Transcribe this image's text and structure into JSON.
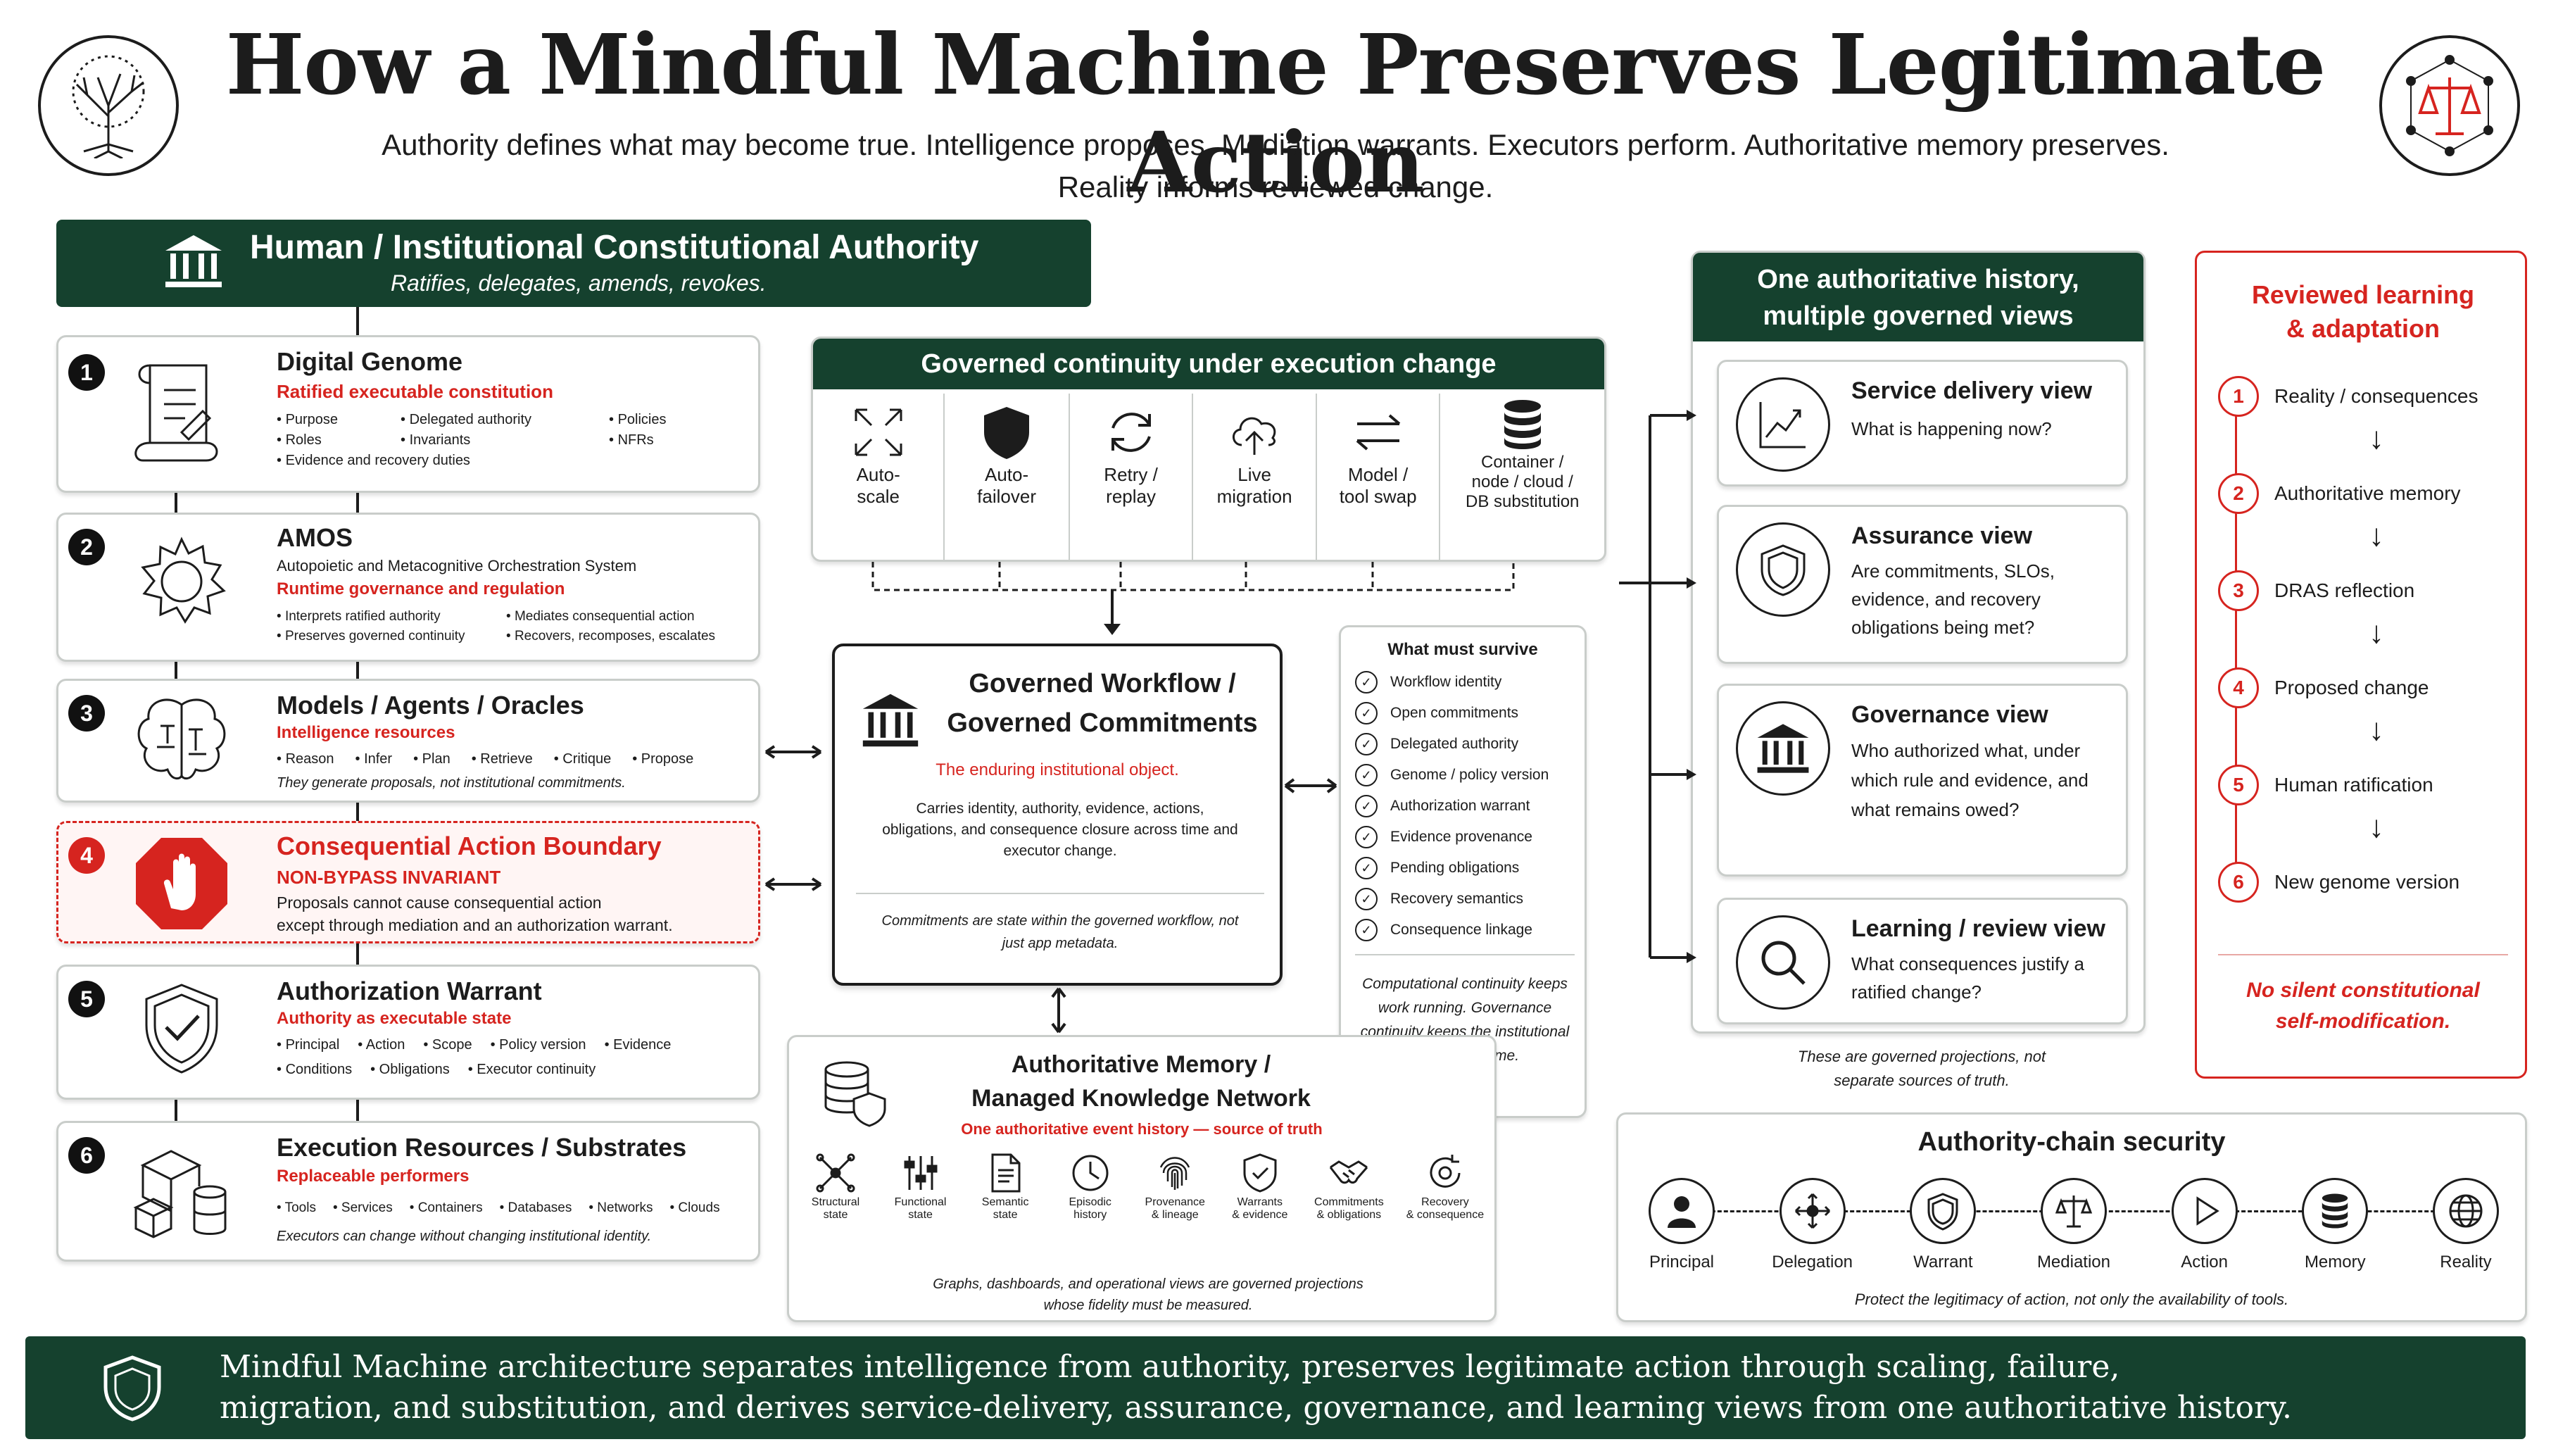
{
  "header": {
    "title": "How a Mindful Machine Preserves Legitimate Action",
    "subtitle_line1": "Authority defines what may become true. Intelligence proposes. Mediation warrants. Executors perform. Authoritative memory preserves.",
    "subtitle_line2": "Reality informs reviewed change."
  },
  "authority": {
    "title": "Human / Institutional Constitutional Authority",
    "subtitle": "Ratifies, delegates, amends, revokes."
  },
  "layers": [
    {
      "num": "1",
      "title": "Digital Genome",
      "subtitle": "Ratified executable constitution",
      "bullets": [
        "Purpose",
        "Delegated authority",
        "Policies",
        "Roles",
        "Invariants",
        "NFRs",
        "Evidence and recovery duties"
      ],
      "note": ""
    },
    {
      "num": "2",
      "title": "AMOS",
      "desc": "Autopoietic and Metacognitive Orchestration System",
      "subtitle": "Runtime governance and regulation",
      "bullets": [
        "Interprets ratified authority",
        "Mediates consequential action",
        "Preserves governed continuity",
        "Recovers, recomposes, escalates"
      ],
      "note": ""
    },
    {
      "num": "3",
      "title": "Models / Agents / Oracles",
      "subtitle": "Intelligence resources",
      "bullets": [
        "Reason",
        "Infer",
        "Plan",
        "Retrieve",
        "Critique",
        "Propose"
      ],
      "note": "They generate proposals, not institutional commitments."
    },
    {
      "num": "4",
      "title": "Consequential Action Boundary",
      "subtitle": "NON-BYPASS INVARIANT",
      "desc1": "Proposals cannot cause consequential action",
      "desc2": "except through mediation and an authorization warrant."
    },
    {
      "num": "5",
      "title": "Authorization Warrant",
      "subtitle": "Authority as executable state",
      "bullets": [
        "Principal",
        "Action",
        "Scope",
        "Policy version",
        "Evidence",
        "Conditions",
        "Obligations",
        "Executor continuity"
      ],
      "note": ""
    },
    {
      "num": "6",
      "title": "Execution Resources / Substrates",
      "subtitle": "Replaceable performers",
      "bullets": [
        "Tools",
        "Services",
        "Containers",
        "Databases",
        "Networks",
        "Clouds"
      ],
      "note": "Executors can change without changing institutional identity."
    }
  ],
  "continuity": {
    "title": "Governed continuity under execution change",
    "tiles": [
      {
        "label1": "Auto-",
        "label2": "scale",
        "label3": "",
        "icon": "expand-icon"
      },
      {
        "label1": "Auto-",
        "label2": "failover",
        "label3": "",
        "icon": "shield-icon"
      },
      {
        "label1": "Retry /",
        "label2": "replay",
        "label3": "",
        "icon": "refresh-icon"
      },
      {
        "label1": "Live",
        "label2": "migration",
        "label3": "",
        "icon": "cloud-upload-icon"
      },
      {
        "label1": "Model /",
        "label2": "tool swap",
        "label3": "",
        "icon": "swap-icon"
      },
      {
        "label1": "Container /",
        "label2": "node / cloud /",
        "label3": "DB substitution",
        "icon": "database-icon"
      }
    ]
  },
  "workflow": {
    "title1": "Governed Workflow /",
    "title2": "Governed Commitments",
    "subtitle": "The enduring institutional object.",
    "desc": "Carries identity, authority, evidence, actions, obligations, and consequence closure across time and executor change.",
    "note": "Commitments are state within the governed workflow, not just app metadata."
  },
  "survive": {
    "title": "What must survive",
    "items": [
      "Workflow identity",
      "Open commitments",
      "Delegated authority",
      "Genome / policy version",
      "Authorization warrant",
      "Evidence provenance",
      "Pending obligations",
      "Recovery semantics",
      "Consequence linkage"
    ],
    "note": "Computational continuity keeps work running. Governance continuity keeps the institutional object the same."
  },
  "memory": {
    "title1": "Authoritative Memory /",
    "title2": "Managed Knowledge Network",
    "subtitle": "One authoritative event history — source of truth",
    "tiles": [
      {
        "l1": "Structural",
        "l2": "state",
        "icon": "network-icon"
      },
      {
        "l1": "Functional",
        "l2": "state",
        "icon": "sliders-icon"
      },
      {
        "l1": "Semantic",
        "l2": "state",
        "icon": "document-icon"
      },
      {
        "l1": "Episodic",
        "l2": "history",
        "icon": "clock-icon"
      },
      {
        "l1": "Provenance",
        "l2": "& lineage",
        "icon": "fingerprint-icon"
      },
      {
        "l1": "Warrants",
        "l2": "& evidence",
        "icon": "shield-check-icon"
      },
      {
        "l1": "Commitments",
        "l2": "& obligations",
        "icon": "handshake-icon"
      },
      {
        "l1": "Recovery",
        "l2": "& consequence",
        "icon": "recovery-icon"
      }
    ],
    "note": "Graphs, dashboards, and operational views are governed projections whose fidelity must be measured."
  },
  "views": {
    "header": "One authoritative history, multiple governed views",
    "items": [
      {
        "title": "Service delivery view",
        "desc": "What is happening now?",
        "icon": "chart-icon"
      },
      {
        "title": "Assurance view",
        "desc": "Are commitments, SLOs, evidence, and recovery obligations being met?",
        "icon": "shield-icon"
      },
      {
        "title": "Governance view",
        "desc": "Who authorized what, under which rule and evidence, and what remains owed?",
        "icon": "institution-icon"
      },
      {
        "title": "Learning / review view",
        "desc": "What consequences justify a ratified change?",
        "icon": "magnifier-icon"
      }
    ],
    "note": "These are governed projections, not separate sources of truth."
  },
  "learning": {
    "title": "Reviewed learning & adaptation",
    "steps": [
      {
        "n": "1",
        "label": "Reality / consequences"
      },
      {
        "n": "2",
        "label": "Authoritative memory"
      },
      {
        "n": "3",
        "label": "DRAS reflection"
      },
      {
        "n": "4",
        "label": "Proposed change"
      },
      {
        "n": "5",
        "label": "Human ratification"
      },
      {
        "n": "6",
        "label": "New genome version"
      }
    ],
    "note": "No silent constitutional self-modification."
  },
  "chain": {
    "title": "Authority-chain security",
    "items": [
      {
        "label": "Principal",
        "icon": "person-icon"
      },
      {
        "label": "Delegation",
        "icon": "delegation-icon"
      },
      {
        "label": "Warrant",
        "icon": "shield-icon"
      },
      {
        "label": "Mediation",
        "icon": "scales-icon"
      },
      {
        "label": "Action",
        "icon": "play-icon"
      },
      {
        "label": "Memory",
        "icon": "database-icon"
      },
      {
        "label": "Reality",
        "icon": "globe-icon"
      }
    ],
    "note": "Protect the legitimacy of action, not only the availability of tools."
  },
  "footer": {
    "line1": "Mindful Machine architecture separates intelligence from authority, preserves legitimate action through scaling, failure,",
    "line2": "migration, and substitution, and derives service-delivery, assurance, governance, and learning views from one authoritative history."
  },
  "colors": {
    "green": "#15412e",
    "red": "#d6241f"
  }
}
